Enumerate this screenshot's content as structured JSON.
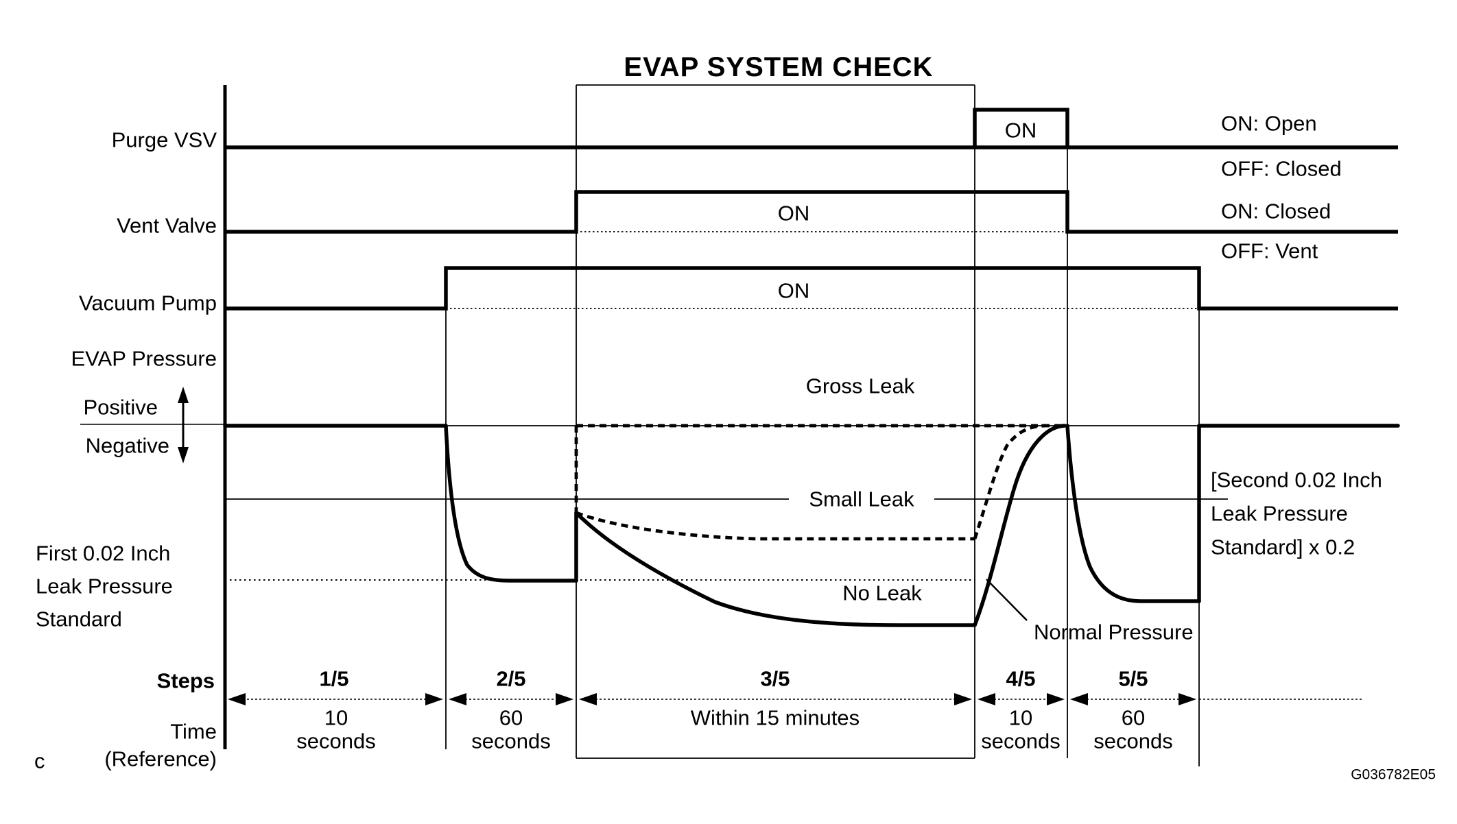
{
  "title": "EVAP SYSTEM CHECK",
  "figure_code": "G036782E05",
  "footnote_marker": "c",
  "colors": {
    "ink": "#000000",
    "background": "#ffffff"
  },
  "signals": {
    "purge_vsv": {
      "label": "Purge VSV",
      "on_label": "ON",
      "legend_on": "ON: Open",
      "legend_off": "OFF: Closed"
    },
    "vent_valve": {
      "label": "Vent Valve",
      "on_label": "ON",
      "legend_on": "ON: Closed",
      "legend_off": "OFF: Vent"
    },
    "vacuum_pump": {
      "label": "Vacuum Pump",
      "on_label": "ON"
    }
  },
  "pressure": {
    "label": "EVAP Pressure",
    "positive": "Positive",
    "negative": "Negative",
    "curve_labels": {
      "gross": "Gross Leak",
      "small": "Small Leak",
      "none": "No Leak",
      "normal": "Normal Pressure"
    },
    "first_standard_lines": [
      "First 0.02 Inch",
      "Leak Pressure",
      "Standard"
    ],
    "second_standard_lines": [
      "[Second 0.02 Inch",
      "Leak Pressure",
      "Standard] x 0.2"
    ]
  },
  "steps": {
    "label": "Steps",
    "time_label": "Time",
    "time_reference": "(Reference)",
    "items": [
      {
        "step": "1/5",
        "time_line1": "10",
        "time_line2": "seconds"
      },
      {
        "step": "2/5",
        "time_line1": "60",
        "time_line2": "seconds"
      },
      {
        "step": "3/5",
        "time_line1": "Within 15 minutes",
        "time_line2": ""
      },
      {
        "step": "4/5",
        "time_line1": "10",
        "time_line2": "seconds"
      },
      {
        "step": "5/5",
        "time_line1": "60",
        "time_line2": "seconds"
      }
    ]
  }
}
